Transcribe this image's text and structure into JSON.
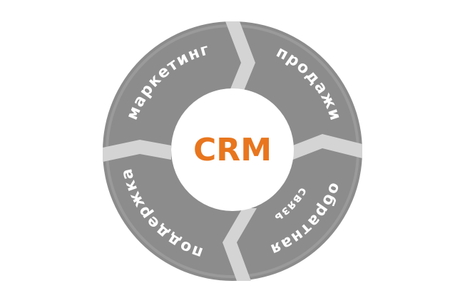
{
  "diagram": {
    "center": {
      "label": "CRM",
      "color": "#E8761E"
    },
    "ring_color": "#8C8C8C",
    "separator_color": "#D4D4D4",
    "segments": [
      {
        "label": "маркетинг"
      },
      {
        "label": "продажи"
      },
      {
        "label_line1": "обратная",
        "label_line2": "связь"
      },
      {
        "label": "поддержка"
      }
    ]
  }
}
